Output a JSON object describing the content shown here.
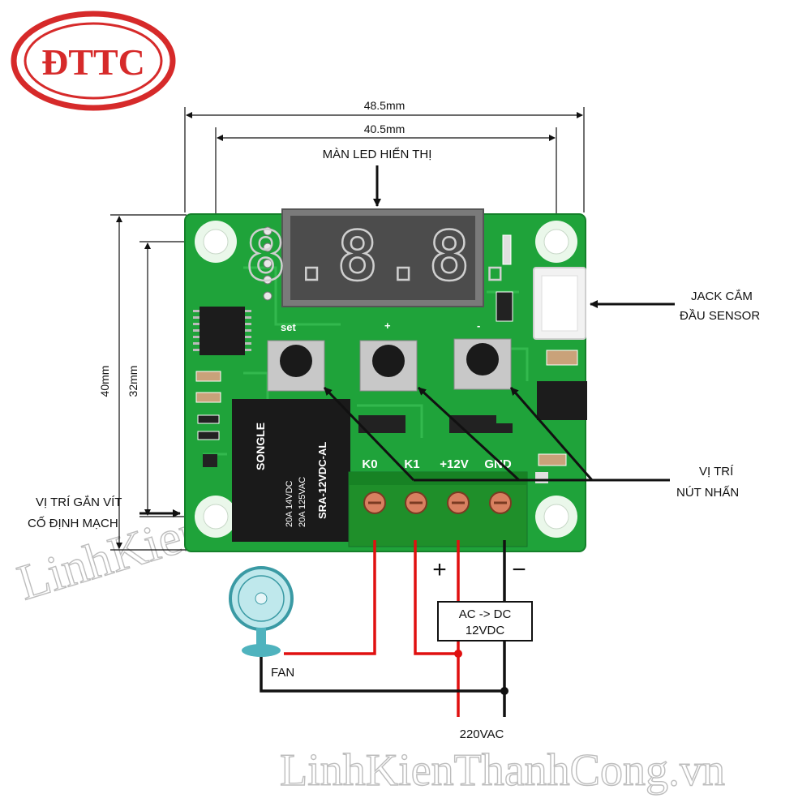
{
  "brand": {
    "logo_text": "ĐTTC",
    "logo_color": "#d62a2a"
  },
  "watermark": {
    "bottom": "LinhKienThanhCong.vn",
    "diagonal": "LinhKienThanhCong.vn"
  },
  "dimensions": {
    "outer_width": "48.5mm",
    "hole_spacing_x": "40.5mm",
    "outer_height": "40mm",
    "hole_spacing_y": "32mm"
  },
  "annotations": {
    "display_label": "MÀN LED HIỂN THỊ",
    "sensor_jack_line1": "JACK CẮM",
    "sensor_jack_line2": "ĐẦU SENSOR",
    "buttons_line1": "VỊ TRÍ",
    "buttons_line2": "NÚT NHẤN",
    "screw_line1": "VỊ TRÍ GẮN VÍT",
    "screw_line2": "CỐ ĐỊNH MẠCH"
  },
  "board": {
    "color": "#1fa33a",
    "display_digits": "8.8.8.",
    "button_labels": [
      "set",
      "+",
      "-"
    ],
    "terminal_labels": [
      "K0",
      "K1",
      "+12V",
      "GND"
    ],
    "relay": {
      "brand": "SONGLE",
      "rating_1": "20A 14VDC",
      "rating_2": "20A 125VAC",
      "model": "SRA-12VDC-AL"
    }
  },
  "wiring": {
    "plus_sign": "+",
    "minus_sign": "−",
    "converter_line1": "AC -> DC",
    "converter_line2": "12VDC",
    "fan_label": "FAN",
    "mains_label": "220VAC",
    "colors": {
      "live": "#e01010",
      "neutral": "#111111"
    }
  }
}
